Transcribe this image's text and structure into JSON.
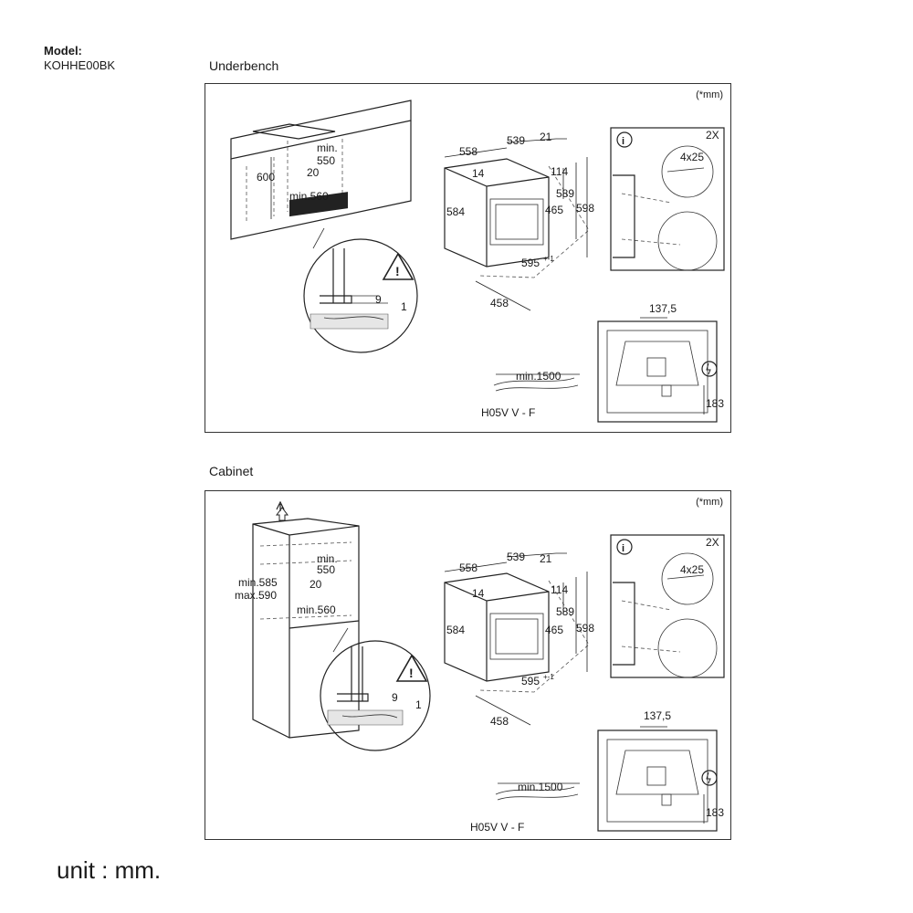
{
  "model": {
    "label": "Model:",
    "value": "KOHHE00BK"
  },
  "footer": {
    "unit": "unit : mm."
  },
  "sections": [
    {
      "title": "Underbench",
      "unit_note": "(*mm)",
      "recess": {
        "min_depth_label": "min.",
        "min_depth": "550",
        "gap": "20",
        "width_label": "min.560",
        "height": "600"
      },
      "oven": {
        "d1": "558",
        "d2": "539",
        "d3": "21",
        "top1": "14",
        "top2": "114",
        "h1": "584",
        "h2": "465",
        "h3": "589",
        "h4": "598",
        "w": "595",
        "w_tol": "+-1",
        "depth": "458"
      },
      "detail": {
        "a": "9",
        "b": "1"
      },
      "screws": {
        "qty": "2X",
        "size": "4x25"
      },
      "rear": {
        "offset": "137,5",
        "height": "183"
      },
      "cable": {
        "length": "min.1500",
        "type": "H05V V - F"
      }
    },
    {
      "title": "Cabinet",
      "unit_note": "(*mm)",
      "recess": {
        "min_depth_label": "min.",
        "min_depth": "550",
        "gap": "20",
        "width_label": "min.560",
        "height_min": "min.585",
        "height_max": "max.590"
      },
      "oven": {
        "d1": "558",
        "d2": "539",
        "d3": "21",
        "top1": "14",
        "top2": "114",
        "h1": "584",
        "h2": "465",
        "h3": "589",
        "h4": "598",
        "w": "595",
        "w_tol": "+-1",
        "depth": "458"
      },
      "detail": {
        "a": "9",
        "b": "1"
      },
      "screws": {
        "qty": "2X",
        "size": "4x25"
      },
      "rear": {
        "offset": "137,5",
        "height": "183"
      },
      "cable": {
        "length": "min.1500",
        "type": "H05V V - F"
      }
    }
  ]
}
